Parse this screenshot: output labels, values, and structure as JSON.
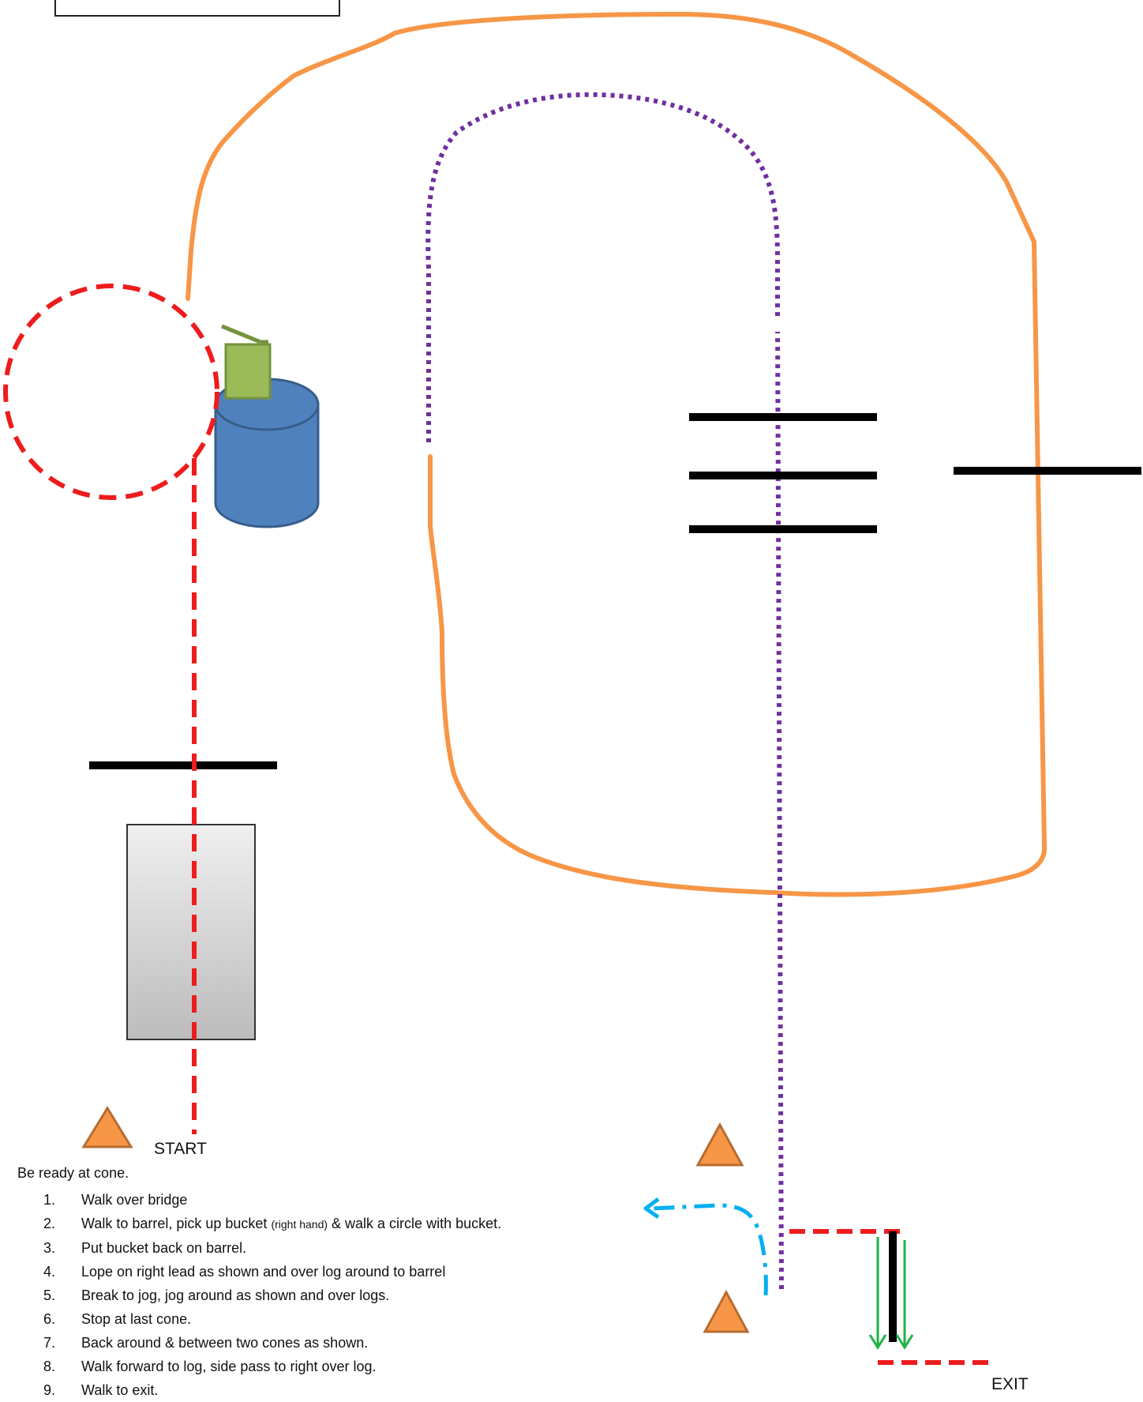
{
  "labels": {
    "start": "START",
    "exit": "EXIT"
  },
  "instructions": {
    "intro": "Be ready at cone.",
    "steps": [
      {
        "num": "1.",
        "text": "Walk over bridge"
      },
      {
        "num": "2.",
        "pre": "Walk to barrel, pick up bucket ",
        "small": "(right hand)",
        "post": " & walk a circle with bucket."
      },
      {
        "num": "3.",
        "text": "Put bucket back on barrel."
      },
      {
        "num": "4.",
        "text": "Lope on right lead as shown and over log around to barrel"
      },
      {
        "num": "5.",
        "text": "Break to jog, jog around as shown and over logs."
      },
      {
        "num": "6.",
        "text": "Stop at last cone."
      },
      {
        "num": "7.",
        "text": "Back around & between two cones as shown."
      },
      {
        "num": "8.",
        "text": "Walk forward to log, side pass to right over log."
      },
      {
        "num": "9.",
        "text": "Walk to exit."
      }
    ]
  },
  "colors": {
    "walk_path": "#ee1c1c",
    "lope_path": "#f79646",
    "jog_path": "#7030a0",
    "back_path": "#00b0f0",
    "sidepass_arrows": "#1db345",
    "poles": "#000000",
    "barrel": "#4f81bd",
    "bucket": "#9bbb59",
    "cone": "#f79646",
    "bridge": "#d9d9d9"
  }
}
